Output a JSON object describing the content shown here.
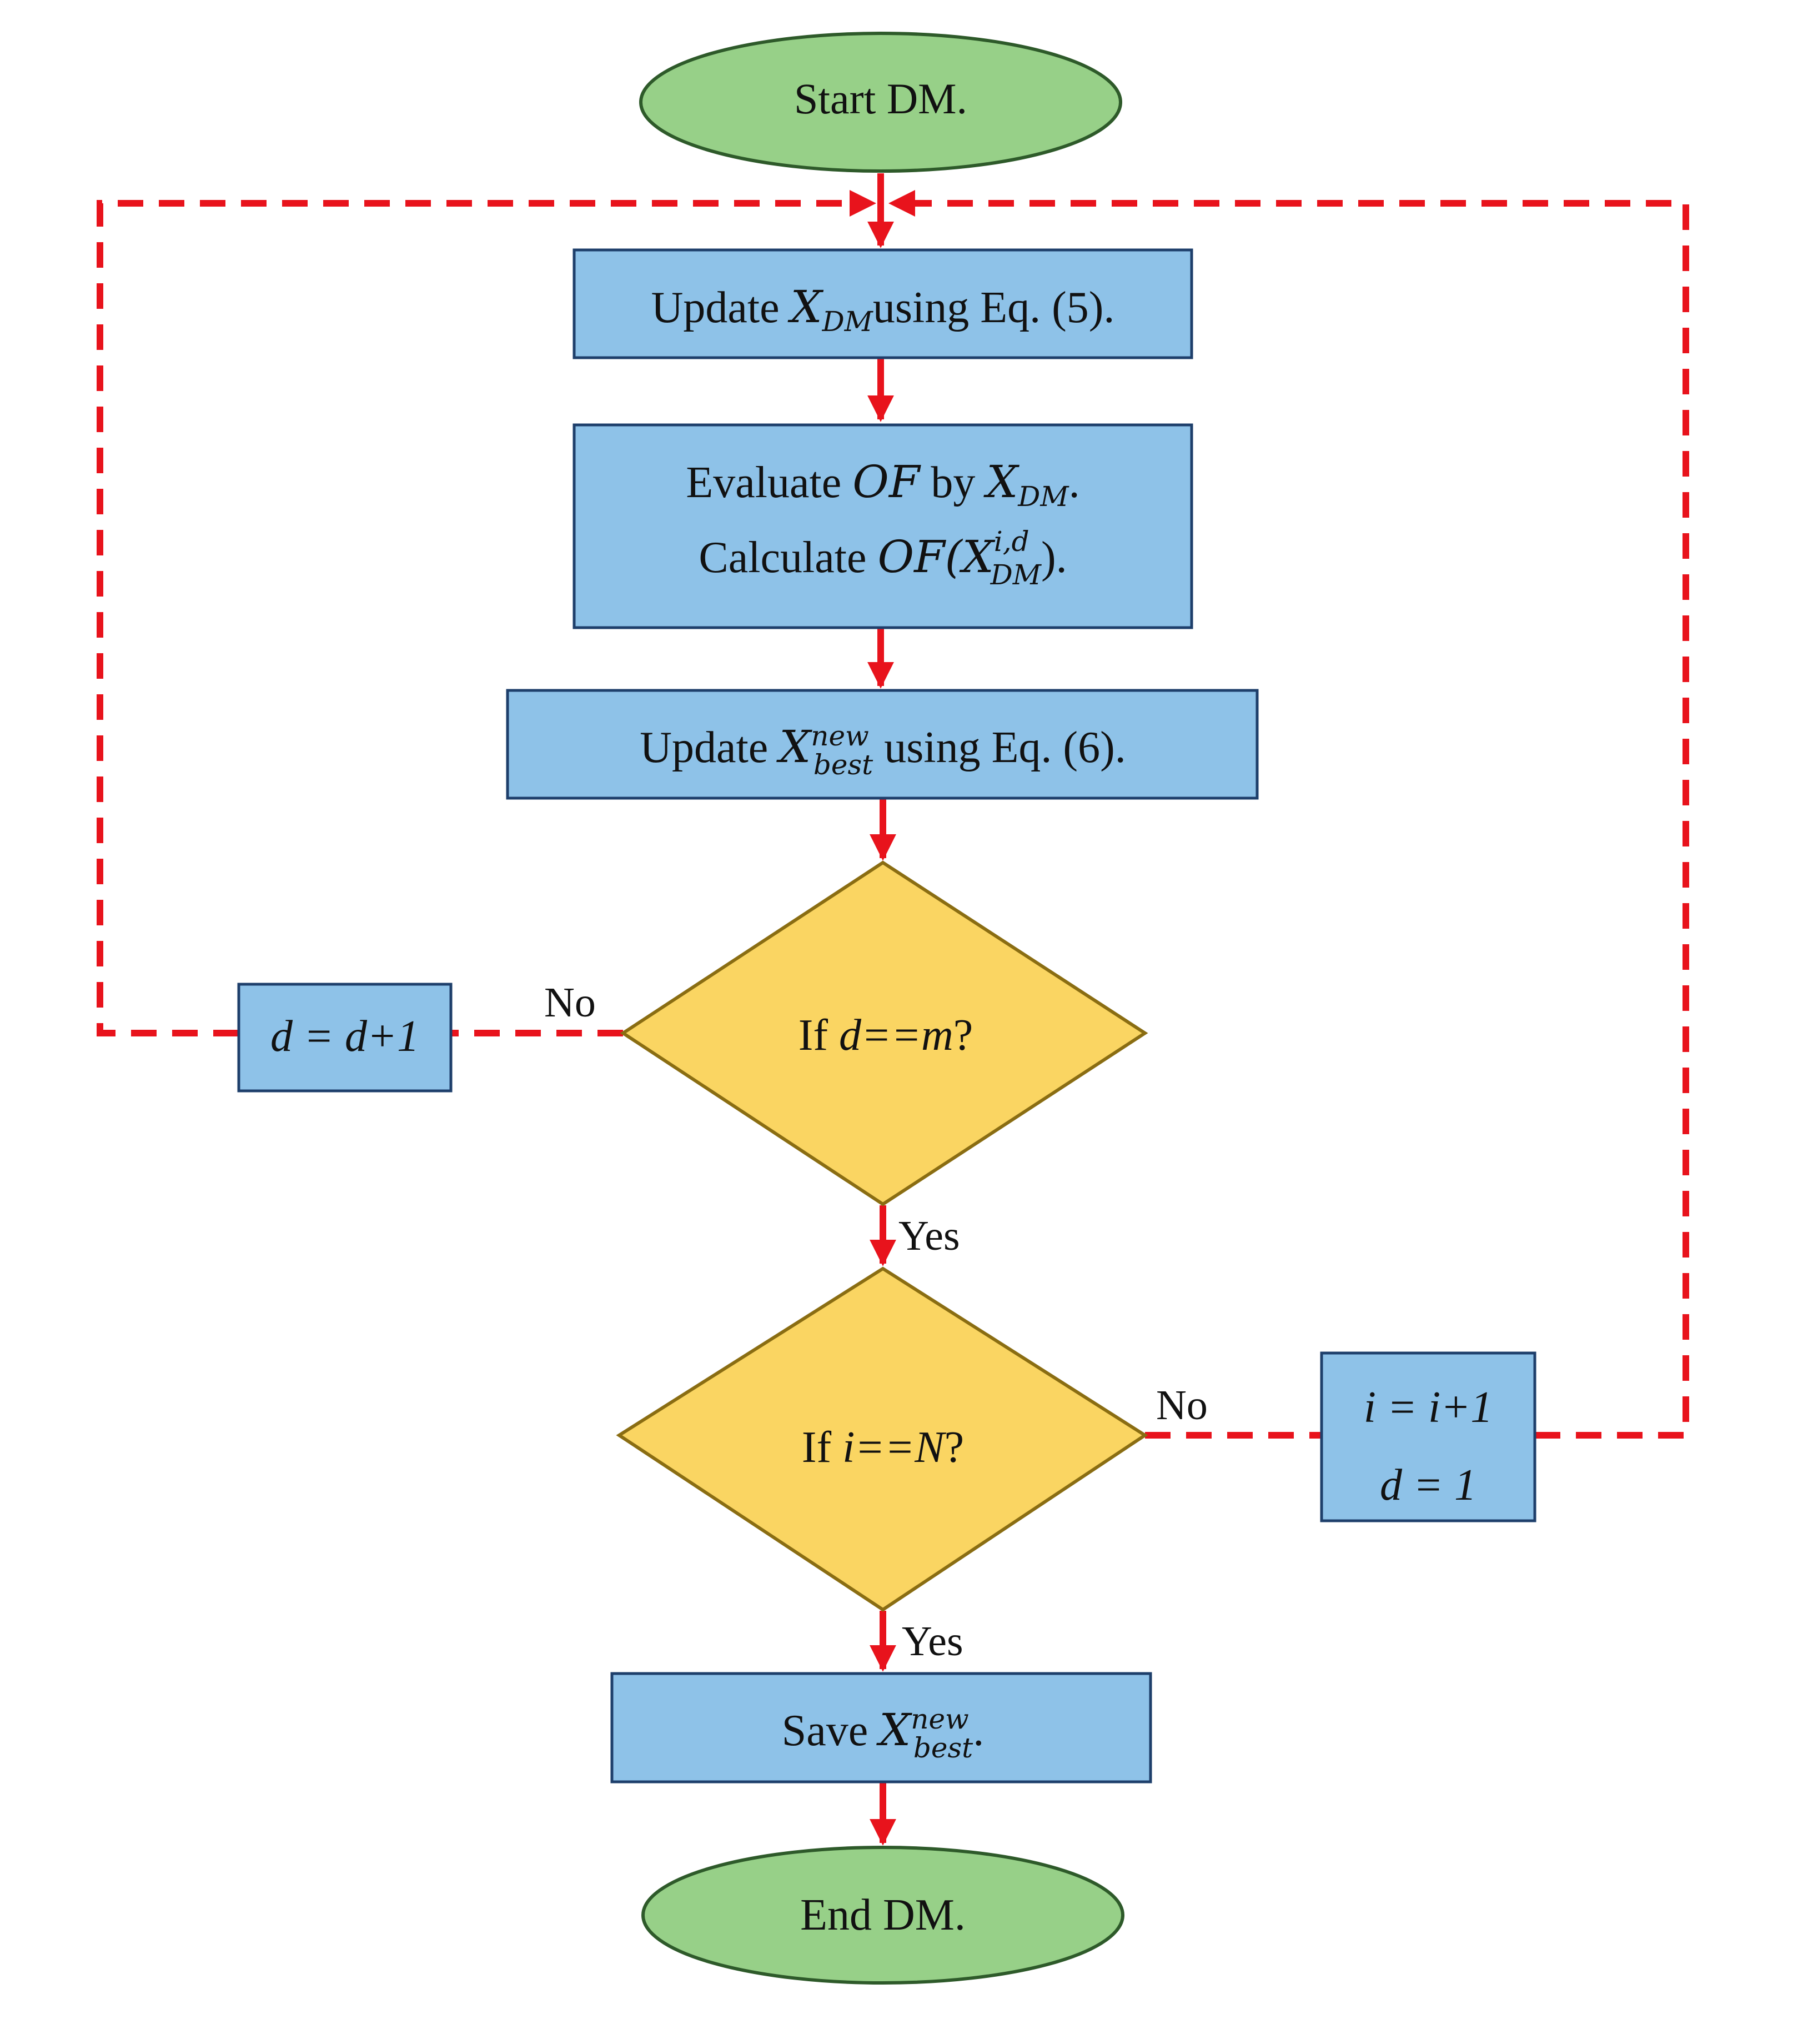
{
  "colors": {
    "process_fill": "#8ec2e8",
    "process_stroke": "#1e3f6b",
    "terminal_fill": "#97d088",
    "terminal_stroke": "#2e5a2a",
    "decision_fill": "#fad562",
    "decision_stroke": "#8a6d12",
    "arrow": "#e8131c",
    "text": "#111111"
  },
  "nodes": {
    "start": {
      "label": "Start DM."
    },
    "update_xdm": {
      "prefix": "Update",
      "var": "X",
      "sub": "DM",
      "suffix": "using Eq. (5)."
    },
    "evaluate": {
      "line1_prefix": "Evaluate",
      "line1_var": "OF",
      "line1_mid": "by",
      "line1_var2": "X",
      "line1_sub": "DM",
      "line2_prefix": "Calculate",
      "line2_fn": "OF(X",
      "line2_sup": "i,d",
      "line2_sub": "DM",
      "line2_close": ")."
    },
    "update_best": {
      "prefix": "Update",
      "var": "X",
      "sup": "new",
      "sub": "best",
      "suffix": "using Eq. (6)."
    },
    "decision_d": {
      "prefix": "If ",
      "expr": "d==m",
      "suffix": "?"
    },
    "increment_d": {
      "label": "d = d+1"
    },
    "decision_i": {
      "prefix": "If ",
      "expr": "i==N",
      "suffix": "?"
    },
    "increment_i": {
      "line1": "i = i+1",
      "line2": "d = 1"
    },
    "save": {
      "prefix": "Save",
      "var": "X",
      "sup": "new",
      "sub": "best",
      "suffix": "."
    },
    "end": {
      "label": "End DM."
    }
  },
  "edge_labels": {
    "d_no": "No",
    "d_yes": "Yes",
    "i_no": "No",
    "i_yes": "Yes"
  }
}
